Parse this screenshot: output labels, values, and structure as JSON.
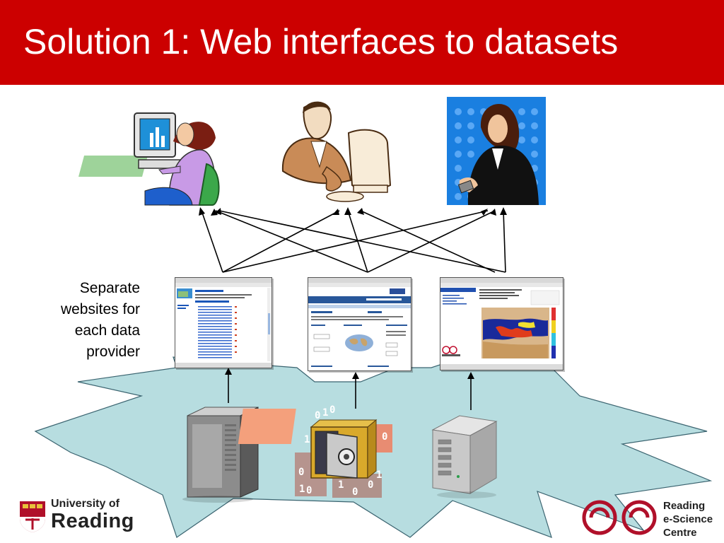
{
  "slide": {
    "title": "Solution 1: Web interfaces to datasets",
    "side_label": "Separate websites for each data provider",
    "colors": {
      "title_bar": "#cc0000",
      "burst": "#b7dde0",
      "logo_red": "#b0102a"
    }
  },
  "logos": {
    "university_line1": "University of",
    "university_line2": "Reading",
    "centre_line1": "Reading",
    "centre_line2": "e-Science",
    "centre_line3": "Centre"
  },
  "screenshots": [
    {
      "name": "data-provider-site-1",
      "heading": "Latest analysis datafile"
    },
    {
      "name": "data-provider-site-2",
      "heading": "Search Data Sets"
    },
    {
      "name": "data-provider-site-3",
      "heading": ""
    }
  ],
  "illustrations": {
    "users": [
      "woman-at-computer-icon",
      "man-at-computer-icon",
      "woman-with-pda-icon"
    ],
    "servers": [
      "server-tower-icon",
      "data-safe-icon",
      "server-unit-icon"
    ],
    "binary_digits": [
      "0",
      "1",
      "0",
      "1",
      "0",
      "0",
      "1",
      "0",
      "1",
      "0",
      "0",
      "1"
    ]
  }
}
